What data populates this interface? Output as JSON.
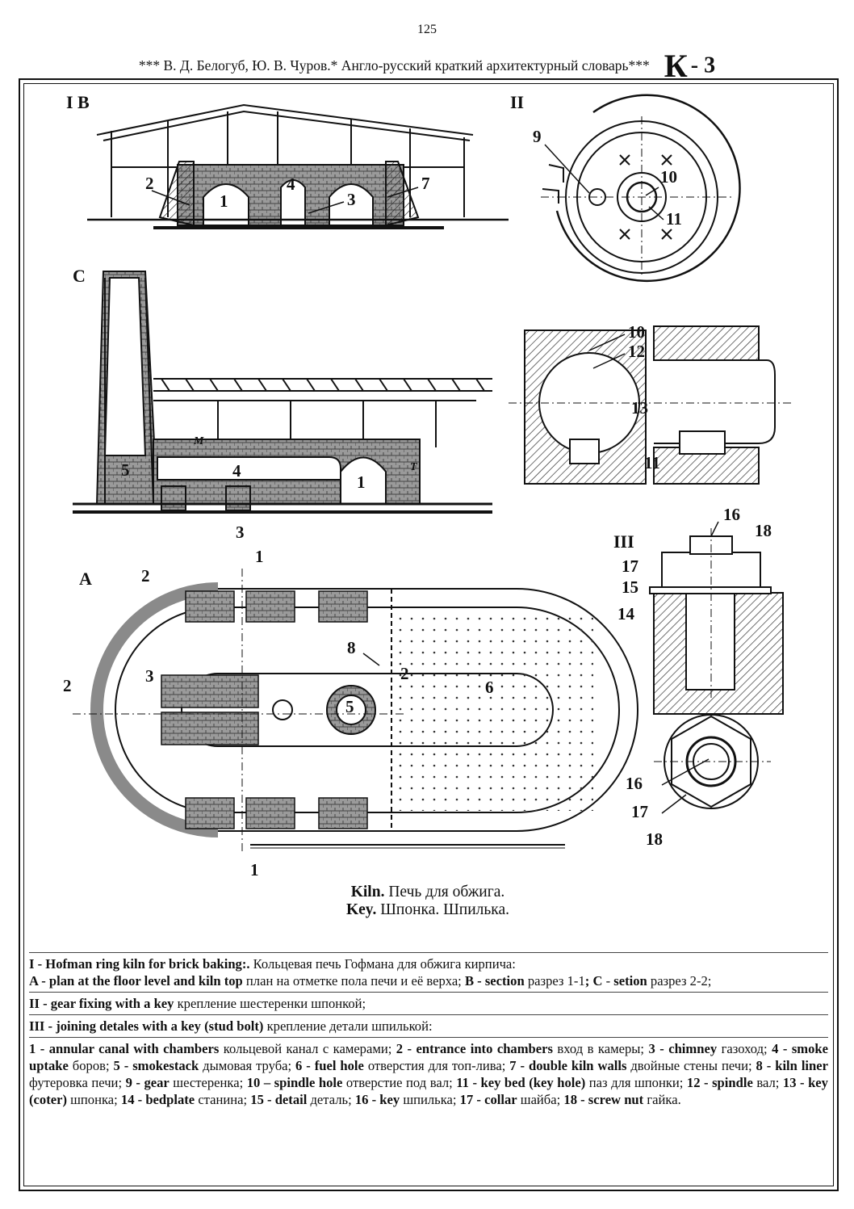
{
  "page_number": "125",
  "header": {
    "runner": "*** В. Д. Белогуб, Ю. В. Чуров.* Англо-русский краткий архитектурный словарь***",
    "letter": "К",
    "letter_suffix": "- 3"
  },
  "figure": {
    "panel_labels": {
      "ib": "I B",
      "c": "C",
      "a": "A",
      "ii": "II",
      "iii": "III"
    },
    "callouts": {
      "n1": "1",
      "n2": "2",
      "n3": "3",
      "n4": "4",
      "n5": "5",
      "n6": "6",
      "n7": "7",
      "n8": "8",
      "n9": "9",
      "n10": "10",
      "n11": "11",
      "n12": "12",
      "n13": "13",
      "n14": "14",
      "n15": "15",
      "n16": "16",
      "n17": "17",
      "n18": "18",
      "m": "M",
      "t": "T"
    }
  },
  "caption": {
    "line1_term": "Kiln.",
    "line1_ru": "Печь для обжига.",
    "line2_term": "Key.",
    "line2_ru": "Шпонка. Шпилька."
  },
  "legend": {
    "p1_en": "I - Hofman ring kiln for brick baking:.",
    "p1_ru": " Кольцевая печь Гофмана для обжига кирпича:",
    "p2_a_en": "A - plan at the floor level and kiln top",
    "p2_a_ru": " план на отметке пола печи и её верха; ",
    "p2_b_en": "B - section",
    "p2_b_ru": " разрез 1-1",
    "p2_c_en": "; C",
    "p2_c_dash": " - ",
    "p2_c_en2": "setion",
    "p2_c_ru": " разрез 2-2;",
    "p3_en": "II - gear fixing with a key",
    "p3_ru": " крепление шестеренки шпонкой;",
    "p4_en": "III - joining detales with a key (stud bolt)",
    "p4_ru": " крепление детали шпилькой:",
    "items": [
      {
        "en": "1 - annular canal with chambers",
        "ru": " кольцевой канал с камерами; "
      },
      {
        "en": "2 - entrance into chambers",
        "ru": " вход в камеры; "
      },
      {
        "en": "3 - chimney",
        "ru": " газоход; "
      },
      {
        "en": "4 - smoke uptake",
        "ru": " боров; "
      },
      {
        "en": "5 - smokestack",
        "ru": " дымовая труба; "
      },
      {
        "en": "6 - fuel hole",
        "ru": " отверстия для топ-лива; "
      },
      {
        "en": "7 - double kiln walls",
        "ru": " двойные стены печи; "
      },
      {
        "en": "8 - kiln liner",
        "ru": " футеровка печи; "
      },
      {
        "en": "9 - gear",
        "ru": " шестеренка; "
      },
      {
        "en": "10 – spindle hole",
        "ru": " отверстие под вал; "
      },
      {
        "en": "11 - key bed (key hole)",
        "ru": " паз для шпонки; "
      },
      {
        "en": "12 - spindle",
        "ru": " вал; "
      },
      {
        "en": "13 - key (coter)",
        "ru": " шпонка; "
      },
      {
        "en": "14 - bedplate",
        "ru": " станина; "
      },
      {
        "en": "15 - detail",
        "ru": " деталь; "
      },
      {
        "en": "16 - key",
        "ru": " шпилька; "
      },
      {
        "en": "17 - collar",
        "ru": " шайба; "
      },
      {
        "en": "18 - screw nut",
        "ru": " гайка."
      }
    ]
  }
}
